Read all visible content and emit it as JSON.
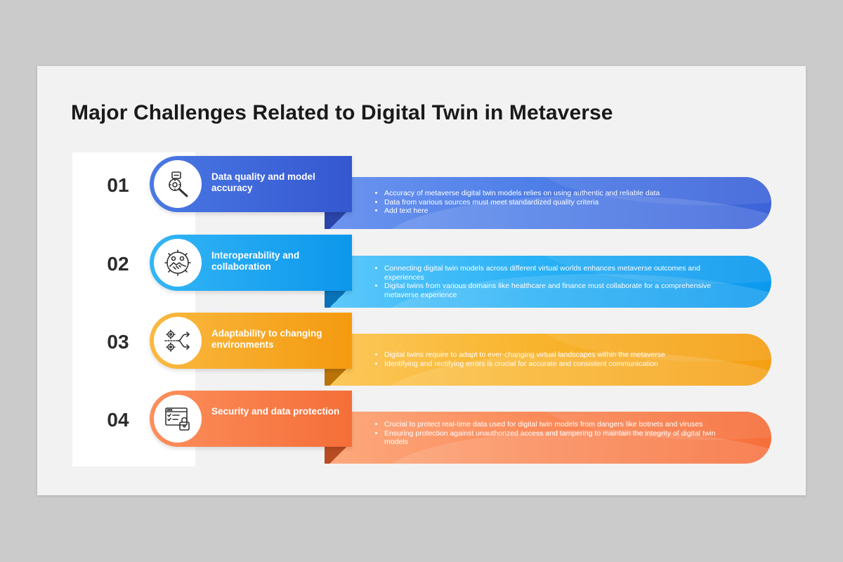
{
  "title": "Major Challenges Related to Digital Twin in Metaverse",
  "colors": {
    "row1": "#3d63d9",
    "row2": "#0c99ee",
    "row3": "#f59f14",
    "row4": "#f66f3b"
  },
  "items": [
    {
      "number": "01",
      "heading": "Data quality and model accuracy",
      "icon": "magnifier-data-icon",
      "bullets": [
        "Accuracy of metaverse digital twin models relies on using authentic and reliable data",
        "Data from various sources must meet standardized quality criteria",
        "Add text here"
      ]
    },
    {
      "number": "02",
      "heading": "Interoperability and collaboration",
      "icon": "gear-handshake-icon",
      "bullets": [
        "Connecting digital twin models across different virtual worlds enhances metaverse outcomes and experiences",
        "Digital twins from various domains like healthcare and finance must collaborate for a comprehensive metaverse experience"
      ]
    },
    {
      "number": "03",
      "heading": "Adaptability to changing environments",
      "icon": "gears-arrows-icon",
      "bullets": [
        "Digital twins require to adapt to ever-changing virtual landscapes within the metaverse",
        "Identifying and rectifying errors is crucial for accurate and consistent communication"
      ]
    },
    {
      "number": "04",
      "heading": "Security and data protection",
      "icon": "browser-lock-icon",
      "bullets": [
        "Crucial to protect real-time data used for digital twin models from dangers like botnets and viruses",
        "Ensuring protection against unauthorized access and tampering to maintain the integrity of digital twin models"
      ]
    }
  ]
}
